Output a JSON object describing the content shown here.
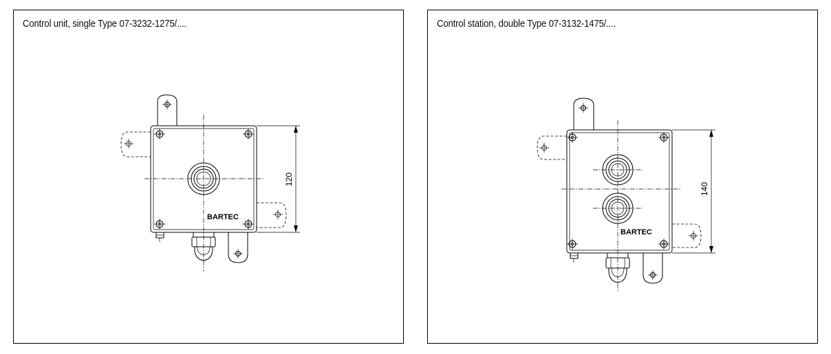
{
  "panels": [
    {
      "title": "Control unit, single Type 07-3232-1275/....",
      "brand": "BARTEC",
      "dimension": "120"
    },
    {
      "title": "Control station, double Type 07-3132-1475/....",
      "brand": "BARTEC",
      "dimension": "140"
    }
  ]
}
